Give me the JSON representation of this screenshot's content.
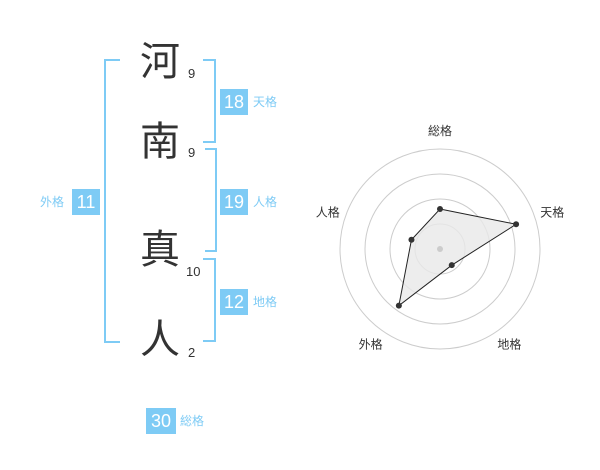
{
  "name": {
    "characters": [
      {
        "char": "河",
        "strokes": "9"
      },
      {
        "char": "南",
        "strokes": "9"
      },
      {
        "char": "真",
        "strokes": "10"
      },
      {
        "char": "人",
        "strokes": "2"
      }
    ]
  },
  "fortune": {
    "tenkaku": {
      "value": "18",
      "label": "天格"
    },
    "jinkaku": {
      "value": "19",
      "label": "人格"
    },
    "chikaku": {
      "value": "12",
      "label": "地格"
    },
    "gaikaku": {
      "value": "11",
      "label": "外格"
    },
    "soukaku": {
      "value": "30",
      "label": "総格"
    }
  },
  "colors": {
    "accent": "#7ecbf5",
    "bracket": "#7ecbf5",
    "text": "#333333",
    "grid": "#cccccc",
    "fill": "#e8e8e8"
  },
  "chart_data": {
    "type": "radar",
    "axes": [
      "総格",
      "天格",
      "地格",
      "外格",
      "人格"
    ],
    "values": [
      0.4,
      0.8,
      0.2,
      0.7,
      0.3
    ],
    "rings": 4
  }
}
